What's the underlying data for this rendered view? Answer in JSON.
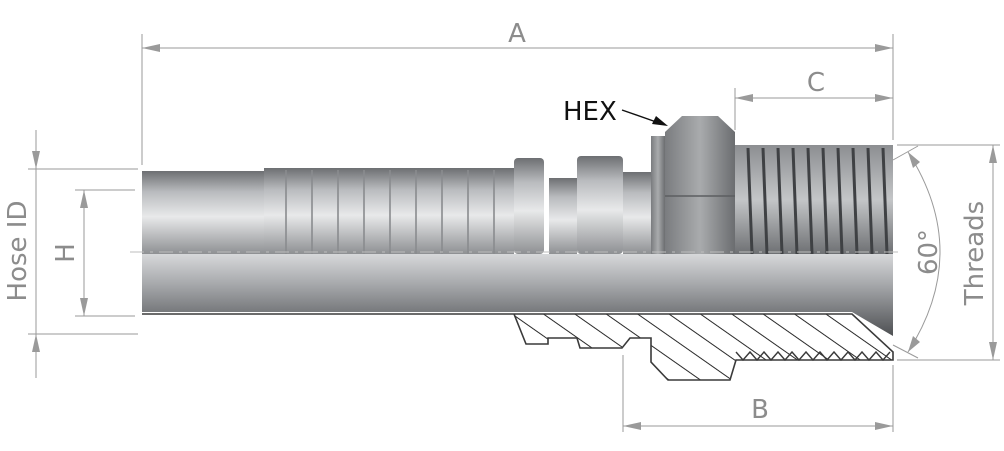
{
  "labels": {
    "overall_length": "A",
    "port_length": "C",
    "thread_length": "B",
    "hex": "HEX",
    "hose_id": "Hose ID",
    "inner_height": "H",
    "threads": "Threads",
    "angle": "60°"
  },
  "colors": {
    "metal_light": "#c9cbcd",
    "metal_mid": "#9a9c9f",
    "metal_dark": "#55575a",
    "hatch": "#2a2a2a",
    "dimension": "#8c8c8c",
    "text_dark": "#111111"
  }
}
